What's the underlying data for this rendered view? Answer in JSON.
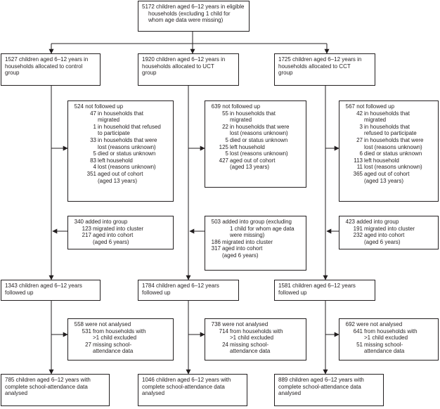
{
  "top": [
    "5172 children aged 6–12 years in eligible",
    "households (excluding 1 child for",
    "whom age data were missing)"
  ],
  "arms": [
    {
      "allocated": [
        "1527 children aged 6–12 years in",
        "households allocated to control",
        "group"
      ],
      "not_followed": {
        "head_num": "524",
        "head_text": "not followed up",
        "items": [
          {
            "num": "47",
            "lines": [
              "in households that",
              "migrated"
            ]
          },
          {
            "num": "1",
            "lines": [
              "in household that refused",
              "to participate"
            ]
          },
          {
            "num": "33",
            "lines": [
              "in households that were",
              "lost (reasons unknown)"
            ]
          },
          {
            "num": "5",
            "lines": [
              "died or status unknown"
            ]
          },
          {
            "num": "83",
            "lines": [
              "left household"
            ]
          },
          {
            "num": "4",
            "lines": [
              "lost (reasons unknown)"
            ]
          },
          {
            "num": "351",
            "lines": [
              "aged out of cohort",
              "(aged 13 years)"
            ]
          }
        ]
      },
      "added": {
        "head_num": "340",
        "head_lines": [
          "added into group"
        ],
        "items": [
          {
            "num": "123",
            "lines": [
              "migrated into cluster"
            ]
          },
          {
            "num": "217",
            "lines": [
              "aged into cohort",
              "(aged 6 years)"
            ]
          }
        ]
      },
      "followed": [
        "1343 children aged 6–12 years",
        "followed up"
      ],
      "not_analysed": {
        "head_num": "558",
        "head_text": "were not analysed",
        "items": [
          {
            "num": "531",
            "lines": [
              "from households with",
              ">1 child excluded"
            ]
          },
          {
            "num": "27",
            "lines": [
              "missing school-",
              "attendance data"
            ]
          }
        ]
      },
      "analysed": [
        "785 children aged 6–12 years with",
        "complete school-attendance data",
        "analysed"
      ]
    },
    {
      "allocated": [
        "1920 children aged 6–12 years in",
        "households allocated to UCT",
        "group"
      ],
      "not_followed": {
        "head_num": "639",
        "head_text": "not followed up",
        "items": [
          {
            "num": "55",
            "lines": [
              "in households that",
              "migrated"
            ]
          },
          {
            "num": "22",
            "lines": [
              "in households that were",
              "lost (reasons unknown)"
            ]
          },
          {
            "num": "5",
            "lines": [
              "died or status unknown"
            ]
          },
          {
            "num": "125",
            "lines": [
              "left household"
            ]
          },
          {
            "num": "5",
            "lines": [
              "lost (reasons unknown)"
            ]
          },
          {
            "num": "427",
            "lines": [
              "aged out of cohort",
              "(aged 13 years)"
            ]
          }
        ]
      },
      "added": {
        "head_num": "503",
        "head_lines": [
          "added into group (excluding",
          "1 child for whom age data",
          "were missing)"
        ],
        "items": [
          {
            "num": "186",
            "lines": [
              "migrated into cluster"
            ]
          },
          {
            "num": "317",
            "lines": [
              "aged into cohort",
              "(aged 6 years)"
            ]
          }
        ]
      },
      "followed": [
        "1784 children aged 6–12 years",
        "followed up"
      ],
      "not_analysed": {
        "head_num": "738",
        "head_text": "were not analysed",
        "items": [
          {
            "num": "714",
            "lines": [
              "from households with",
              ">1 child excluded"
            ]
          },
          {
            "num": "24",
            "lines": [
              "missing school-",
              "attendance data"
            ]
          }
        ]
      },
      "analysed": [
        "1046 children aged 6–12 years with",
        "complete school-attendance data",
        "analysed"
      ]
    },
    {
      "allocated": [
        "1725 children aged 6–12 years in",
        "households allocated to CCT",
        "group"
      ],
      "not_followed": {
        "head_num": "567",
        "head_text": "not followed up",
        "items": [
          {
            "num": "42",
            "lines": [
              "in households that",
              "migrated"
            ]
          },
          {
            "num": "3",
            "lines": [
              "in households that",
              "refused to participate"
            ]
          },
          {
            "num": "27",
            "lines": [
              "in households that were",
              "lost (reasons unknown)"
            ]
          },
          {
            "num": "6",
            "lines": [
              "died or status unknown"
            ]
          },
          {
            "num": "113",
            "lines": [
              "left household"
            ]
          },
          {
            "num": "11",
            "lines": [
              "lost (reasons unknown)"
            ]
          },
          {
            "num": "365",
            "lines": [
              "aged out of cohort",
              "(aged 13 years)"
            ]
          }
        ]
      },
      "added": {
        "head_num": "423",
        "head_lines": [
          "added into group"
        ],
        "items": [
          {
            "num": "191",
            "lines": [
              "migrated into cluster"
            ]
          },
          {
            "num": "232",
            "lines": [
              "aged into cohort",
              "(aged 6 years)"
            ]
          }
        ]
      },
      "followed": [
        "1581 children aged 6–12 years",
        "followed up"
      ],
      "not_analysed": {
        "head_num": "692",
        "head_text": "were not analysed",
        "items": [
          {
            "num": "641",
            "lines": [
              "from households with",
              ">1 child excluded"
            ]
          },
          {
            "num": "51",
            "lines": [
              "missing school-",
              "attendance data"
            ]
          }
        ]
      },
      "analysed": [
        "889 children aged 6–12 years with",
        "complete school-attendance data",
        "analysed"
      ]
    }
  ]
}
